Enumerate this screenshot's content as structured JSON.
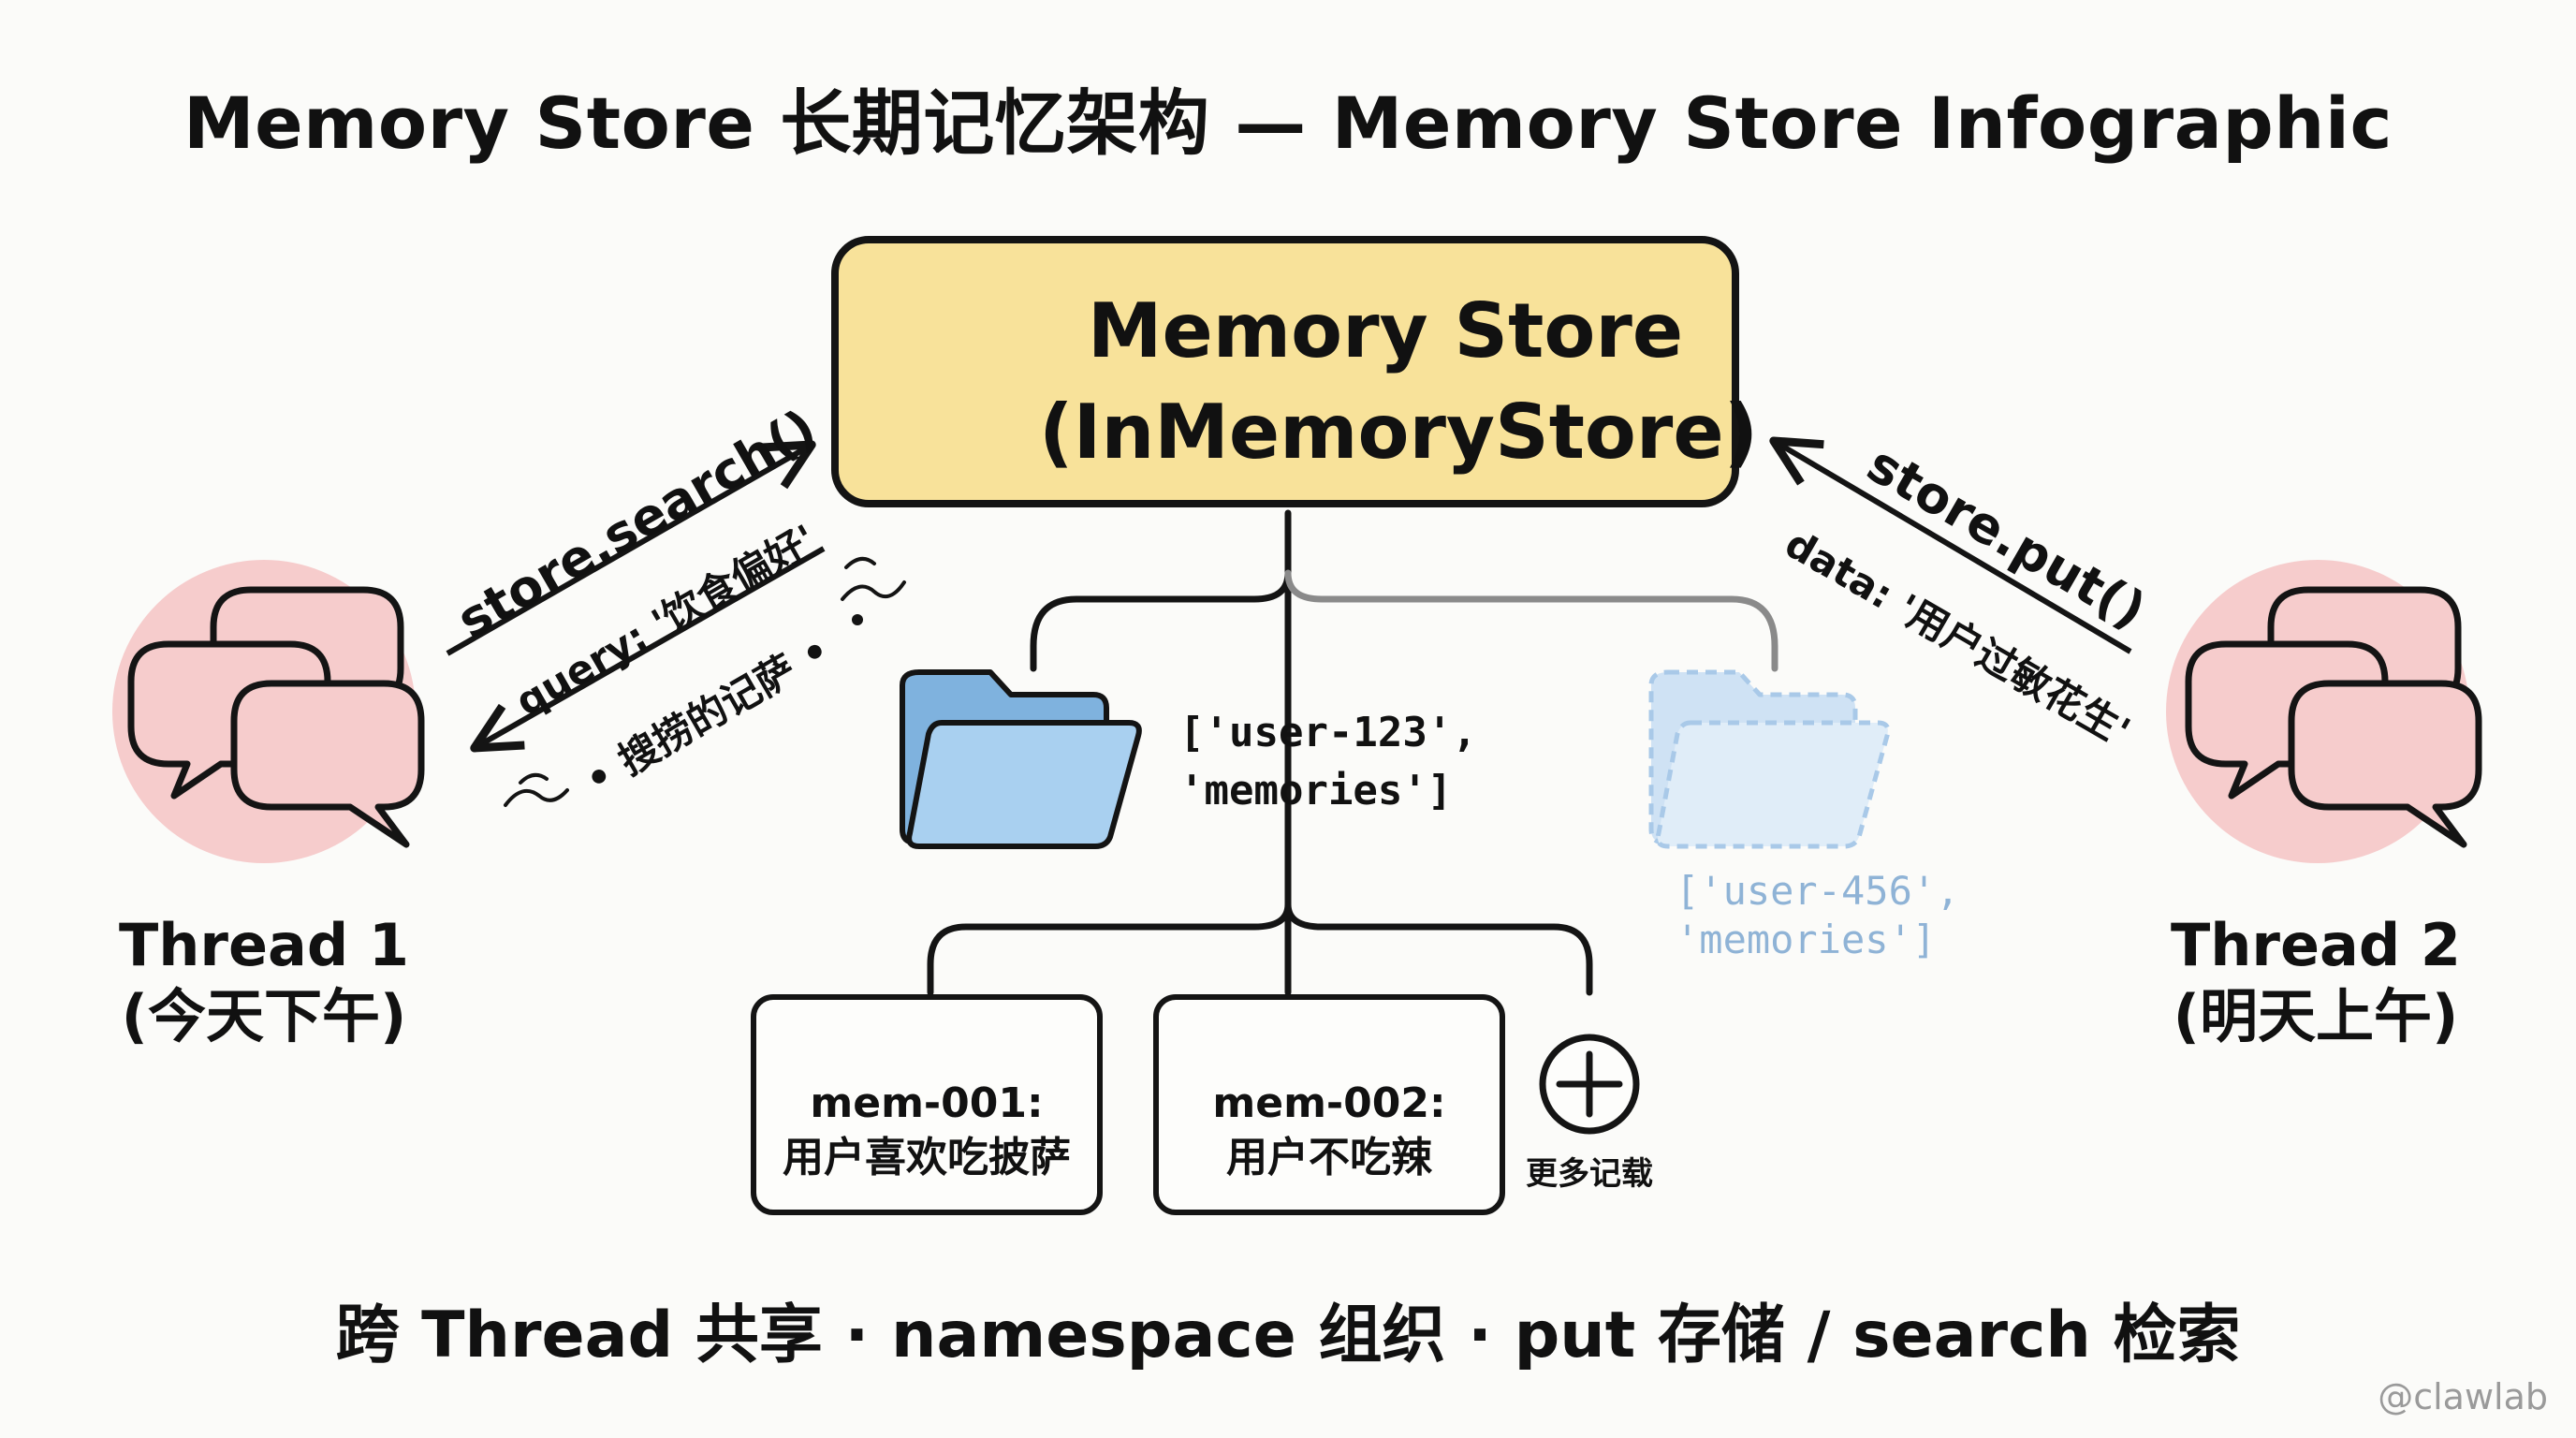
{
  "title": "Memory Store 长期记忆架构 — Memory Store Infographic",
  "store": {
    "line1": "Memory Store",
    "line2": "(InMemoryStore)",
    "color": "#f8e29a"
  },
  "threads": {
    "left": {
      "name": "Thread 1",
      "time": "(今天下午)"
    },
    "right": {
      "name": "Thread 2",
      "time": "(明天上午)"
    }
  },
  "edges": {
    "search": {
      "call": "store.search()",
      "query": "query: '饮食偏好'",
      "result": "• 搜捞的记萨 •"
    },
    "put": {
      "call": "store.put()",
      "data": "data: '用户过敏花生'"
    }
  },
  "namespaces": {
    "active": {
      "line1": "['user-123',",
      "line2": "'memories']"
    },
    "faded": {
      "line1": "['user-456',",
      "line2": "'memories']"
    }
  },
  "memories": [
    {
      "id": "mem-001:",
      "text": "用户喜欢吃披萨"
    },
    {
      "id": "mem-002:",
      "text": "用户不吃辣"
    }
  ],
  "more_label": "更多记载",
  "footer": "跨 Thread 共享 · namespace 组织 · put 存储 / search 检索",
  "watermark": "@clawlab",
  "colors": {
    "thread_circle": "#f6cccc",
    "folder_active": "#a9d0f0",
    "folder_faded": "#d8e8f6",
    "outline": "#141414"
  }
}
